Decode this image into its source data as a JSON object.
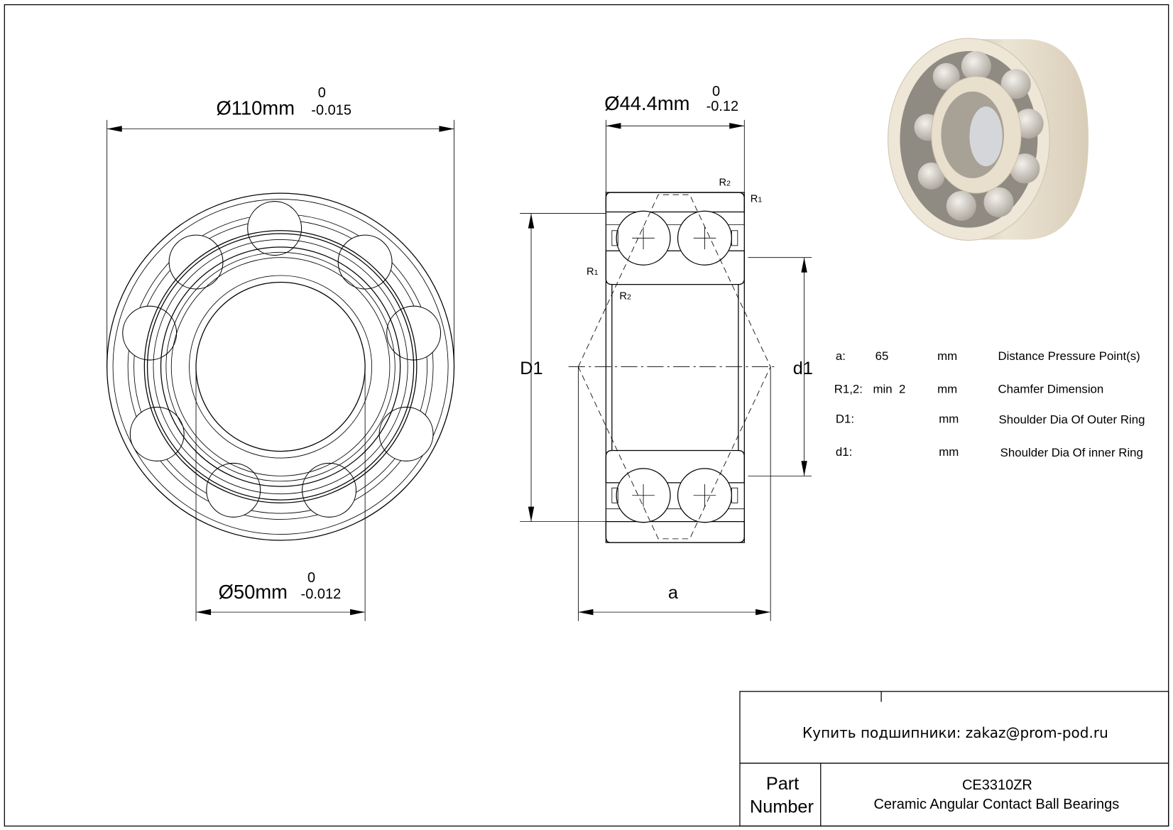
{
  "front_view": {
    "outer_diameter": {
      "main": "Ø110mm",
      "upper_tol": "0",
      "lower_tol": "-0.015"
    },
    "bore_diameter": {
      "main": "Ø50mm",
      "upper_tol": "0",
      "lower_tol": "-0.012"
    }
  },
  "section_view": {
    "width": {
      "main": "Ø44.4mm",
      "upper_tol": "0",
      "lower_tol": "-0.12"
    },
    "labels": {
      "D1": "D1",
      "d1": "d1",
      "a": "a",
      "R1": "R",
      "R2": "R",
      "sub1": "1",
      "sub2": "2"
    }
  },
  "spec_table": [
    {
      "key": "a:",
      "value": "65",
      "unit": "mm",
      "desc": "Distance Pressure Point(s)"
    },
    {
      "key": "R1,2:",
      "value": "min  2",
      "unit": "mm",
      "desc": "Chamfer Dimension"
    },
    {
      "key": "D1:",
      "value": "",
      "unit": "mm",
      "desc": "Shoulder Dia Of Outer Ring"
    },
    {
      "key": "d1:",
      "value": "",
      "unit": "mm",
      "desc": "Shoulder Dia Of inner Ring"
    }
  ],
  "title_block": {
    "contact": "Купить подшипники: zakaz@prom-pod.ru",
    "part_label_1": "Part",
    "part_label_2": "Number",
    "part_number": "CE3310ZR",
    "description": "Ceramic Angular Contact Ball Bearings"
  },
  "colors": {
    "ceramic": "#e6dccb",
    "ball": "#d4cfc8"
  }
}
